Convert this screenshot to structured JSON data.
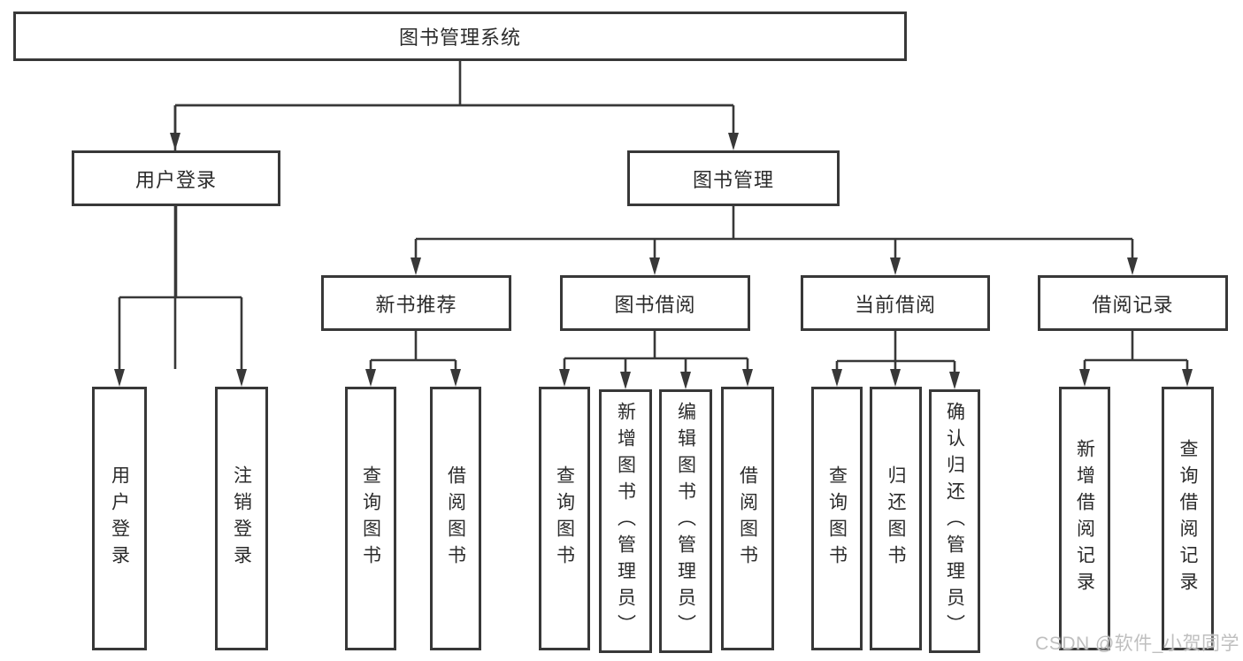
{
  "diagram": {
    "root": {
      "label": "图书管理系统"
    },
    "level1": [
      {
        "id": "user-login",
        "label": "用户登录"
      },
      {
        "id": "book-management",
        "label": "图书管理"
      }
    ],
    "level2": [
      {
        "id": "new-book-recommend",
        "label": "新书推荐"
      },
      {
        "id": "book-borrowing",
        "label": "图书借阅"
      },
      {
        "id": "current-borrowing",
        "label": "当前借阅"
      },
      {
        "id": "borrowing-records",
        "label": "借阅记录"
      }
    ],
    "leaves": [
      {
        "parent": "user-login",
        "label": "用户登录"
      },
      {
        "parent": "user-login",
        "label": "注销登录"
      },
      {
        "parent": "new-book-recommend",
        "label": "查询图书"
      },
      {
        "parent": "new-book-recommend",
        "label": "借阅图书"
      },
      {
        "parent": "book-borrowing",
        "label": "查询图书"
      },
      {
        "parent": "book-borrowing",
        "label": "新增图书（管理员）"
      },
      {
        "parent": "book-borrowing",
        "label": "编辑图书（管理员）"
      },
      {
        "parent": "book-borrowing",
        "label": "借阅图书"
      },
      {
        "parent": "current-borrowing",
        "label": "查询图书"
      },
      {
        "parent": "current-borrowing",
        "label": "归还图书"
      },
      {
        "parent": "current-borrowing",
        "label": "确认归还（管理员）"
      },
      {
        "parent": "borrowing-records",
        "label": "新增借阅记录"
      },
      {
        "parent": "borrowing-records",
        "label": "查询借阅记录"
      }
    ]
  },
  "watermark": {
    "text": "CSDN @软件_小贺同学"
  },
  "colors": {
    "line": "#383838",
    "text": "#2b2b2b",
    "watermark": "#bfbfbf",
    "background": "#ffffff"
  }
}
